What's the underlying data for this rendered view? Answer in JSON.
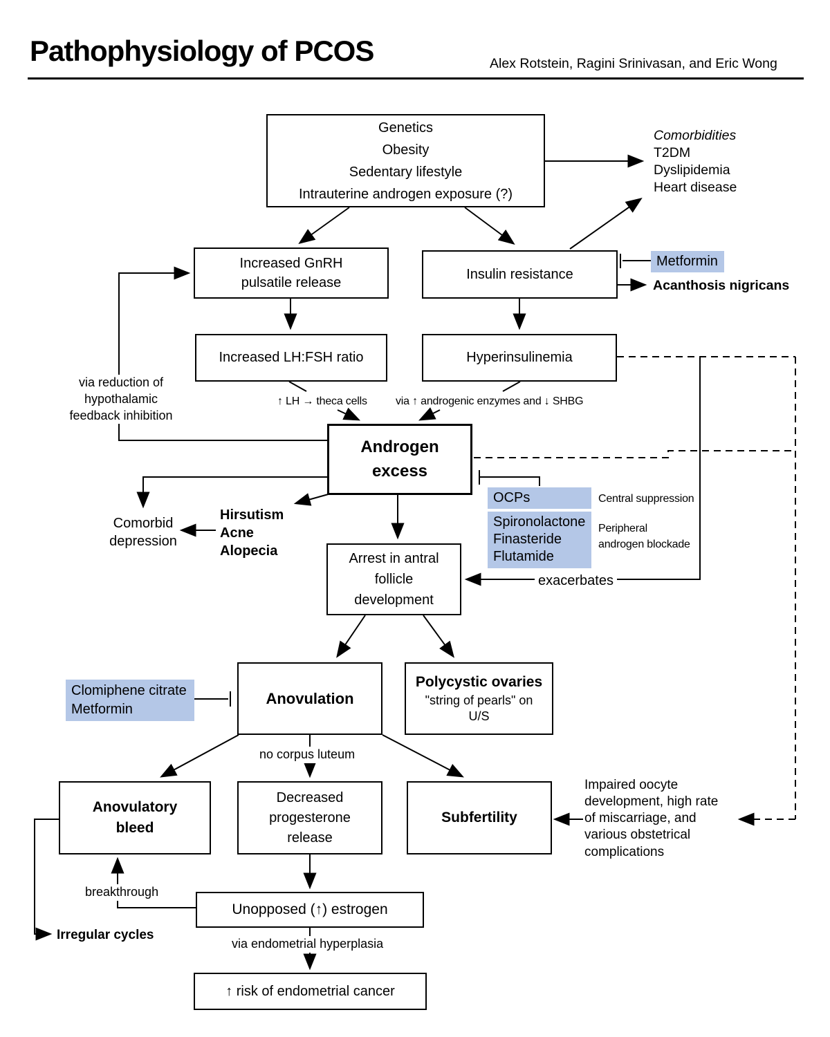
{
  "title": "Pathophysiology of PCOS",
  "authors": "Alex Rotstein, Ragini Srinivasan, and Eric Wong",
  "colors": {
    "highlight": "#b4c7e7",
    "line": "#000000"
  },
  "nodes": {
    "risk_factors": [
      "Genetics",
      "Obesity",
      "Sedentary lifestyle",
      "Intrauterine androgen exposure (?)"
    ],
    "comorbidities_title": "Comorbidities",
    "comorbidities_items": [
      "T2DM",
      "Dyslipidemia",
      "Heart disease"
    ],
    "gnrh": [
      "Increased GnRH",
      "pulsatile release"
    ],
    "insulin_resistance": "Insulin resistance",
    "metformin": "Metformin",
    "acanthosis": "Acanthosis nigricans",
    "lh_fsh": "Increased LH:FSH ratio",
    "hyperinsulinemia": "Hyperinsulinemia",
    "feedback_note": [
      "via reduction of",
      "hypothalamic",
      "feedback inhibition"
    ],
    "lh_theca_note": "↑ LH → theca cells",
    "androgenic_note": "via ↑ androgenic enzymes and ↓ SHBG",
    "androgen_excess": [
      "Androgen",
      "excess"
    ],
    "comorbid_depression": [
      "Comorbid",
      "depression"
    ],
    "derm_signs": [
      "Hirsutism",
      "Acne",
      "Alopecia"
    ],
    "ocps": "OCPs",
    "central_suppression": "Central suppression",
    "antiandrogens": [
      "Spironolactone",
      "Finasteride",
      "Flutamide"
    ],
    "peripheral_blockade": [
      "Peripheral",
      "androgen blockade"
    ],
    "arrest": [
      "Arrest in antral",
      "follicle",
      "development"
    ],
    "exacerbates": "exacerbates",
    "clomiphene": [
      "Clomiphene citrate",
      "Metformin"
    ],
    "anovulation": "Anovulation",
    "polycystic_title": "Polycystic ovaries",
    "polycystic_sub": [
      "\"string of pearls\" on",
      "U/S"
    ],
    "no_corpus_luteum": "no corpus luteum",
    "anovulatory_bleed": [
      "Anovulatory",
      "bleed"
    ],
    "decreased_progesterone": [
      "Decreased",
      "progesterone",
      "release"
    ],
    "subfertility": "Subfertility",
    "impaired_oocyte": [
      "Impaired oocyte",
      "development, high rate",
      "of miscarriage, and",
      "various obstetrical",
      "complications"
    ],
    "breakthrough": "breakthrough",
    "unopposed_estrogen": "Unopposed (↑) estrogen",
    "irregular_cycles": "Irregular cycles",
    "via_endometrial": "via endometrial hyperplasia",
    "endometrial_cancer": "↑ risk of endometrial cancer"
  }
}
